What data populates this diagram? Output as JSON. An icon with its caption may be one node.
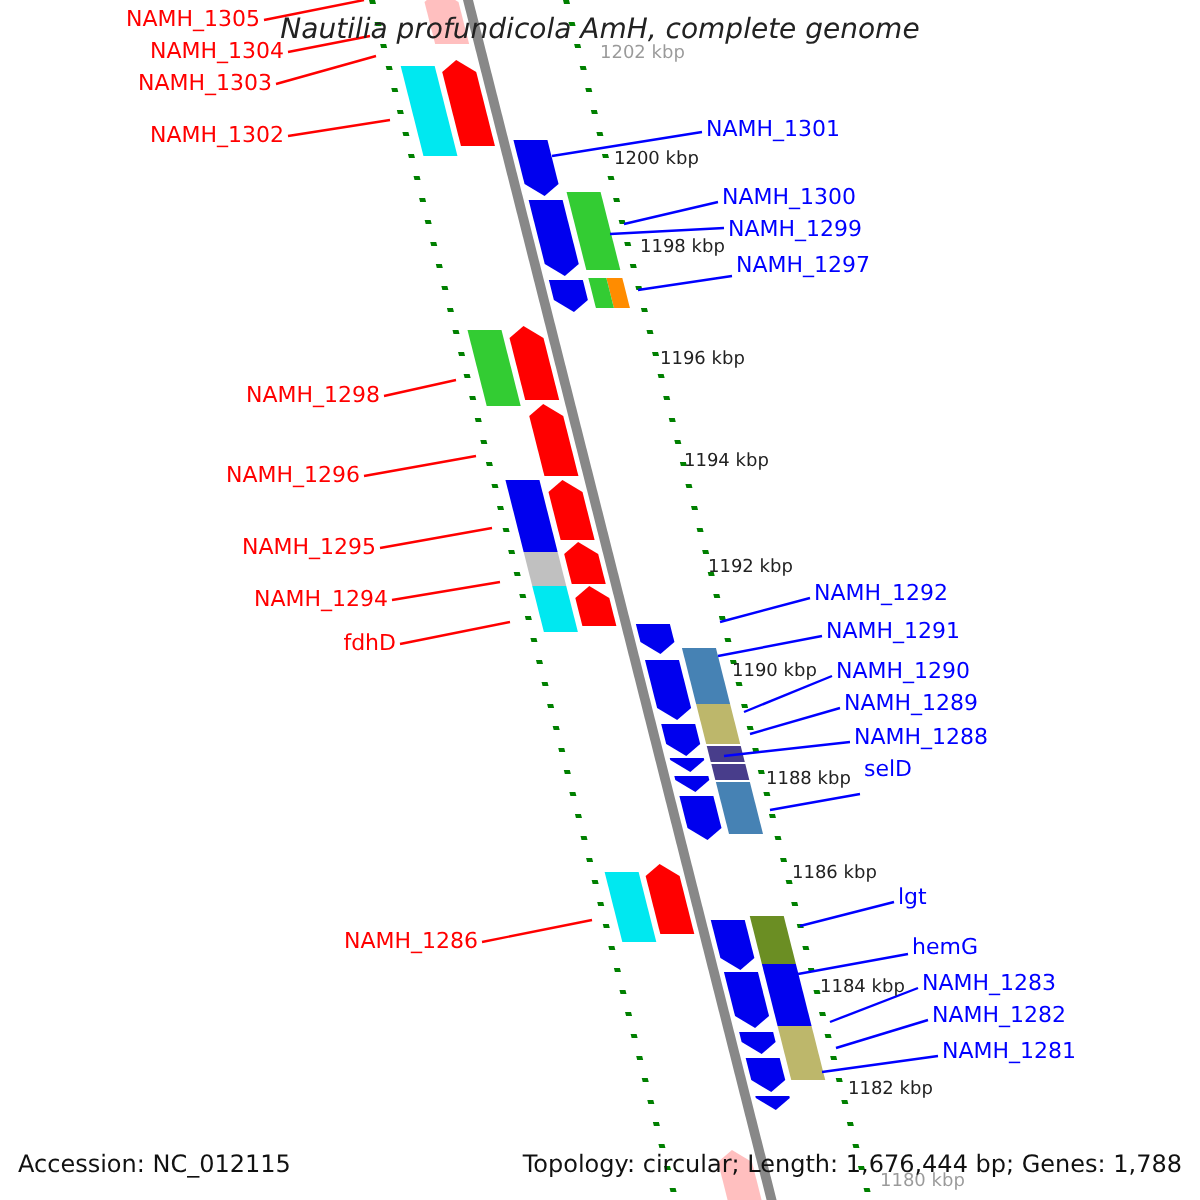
{
  "diagram": {
    "title": "Nautilia profundicola AmH, complete genome",
    "nodes": [
      {
        "text": [
          "NAMH_1305"
        ]
      },
      {
        "text": [
          "NAMH_1304"
        ]
      },
      {
        "text": [
          "NAMH_1303"
        ]
      },
      {
        "text": [
          "NAMH_1301"
        ]
      },
      {
        "text": [
          "NAMH_1302"
        ]
      },
      {
        "text": [
          "NAMH_1300"
        ]
      },
      {
        "text": [
          "NAMH_1299"
        ]
      },
      {
        "text": [
          "NAMH_1297"
        ]
      },
      {
        "text": [
          "NAMH_1298"
        ]
      },
      {
        "text": [
          "NAMH_1296"
        ]
      },
      {
        "text": [
          "NAMH_1295"
        ]
      },
      {
        "text": [
          "NAMH_1292"
        ]
      },
      {
        "text": [
          "NAMH_1294"
        ]
      },
      {
        "text": [
          "NAMH_1291"
        ]
      },
      {
        "text": [
          "fdhD"
        ]
      },
      {
        "text": [
          "NAMH_1290"
        ]
      },
      {
        "text": [
          "NAMH_1289"
        ]
      },
      {
        "text": [
          "NAMH_1288"
        ]
      },
      {
        "text": [
          "selD"
        ]
      },
      {
        "text": [
          "lgt"
        ]
      },
      {
        "text": [
          "NAMH_1286"
        ]
      },
      {
        "text": [
          "hemG"
        ]
      },
      {
        "text": [
          "NAMH_1283"
        ]
      },
      {
        "text": [
          "NAMH_1282"
        ]
      },
      {
        "text": [
          "NAMH_1281"
        ]
      }
    ],
    "edges": [
      {
        "from": 0,
        "to": null,
        "arrow": "none",
        "color": "#ff0000"
      },
      {
        "from": 1,
        "to": null,
        "arrow": "none",
        "color": "#ff0000"
      },
      {
        "from": 2,
        "to": null,
        "arrow": "none",
        "color": "#ff0000"
      },
      {
        "from": 3,
        "to": null,
        "arrow": "none"
      },
      {
        "from": 4,
        "to": null,
        "arrow": "none",
        "color": "#ff0000"
      },
      {
        "from": 5,
        "to": null,
        "arrow": "none"
      },
      {
        "from": 6,
        "to": null,
        "arrow": "none"
      },
      {
        "from": 7,
        "to": null,
        "arrow": "none"
      },
      {
        "from": 8,
        "to": null,
        "arrow": "none",
        "color": "#ff0000"
      },
      {
        "from": 9,
        "to": null,
        "arrow": "none",
        "color": "#ff0000"
      },
      {
        "from": 10,
        "to": null,
        "arrow": "none",
        "color": "#ff0000"
      },
      {
        "from": 11,
        "to": null,
        "arrow": "none"
      },
      {
        "from": 12,
        "to": null,
        "arrow": "none",
        "color": "#ff0000"
      },
      {
        "from": 13,
        "to": null,
        "arrow": "none"
      },
      {
        "from": 14,
        "to": null,
        "arrow": "none",
        "color": "#ff0000"
      },
      {
        "from": 15,
        "to": null,
        "arrow": "none"
      },
      {
        "from": 16,
        "to": null,
        "arrow": "none"
      },
      {
        "from": 17,
        "to": null,
        "arrow": "none"
      },
      {
        "from": 18,
        "to": null,
        "arrow": "none"
      },
      {
        "from": 19,
        "to": null,
        "arrow": "none"
      },
      {
        "from": 20,
        "to": null,
        "arrow": "none",
        "color": "#ff0000"
      },
      {
        "from": 21,
        "to": null,
        "arrow": "none"
      },
      {
        "from": 22,
        "to": null,
        "arrow": "none"
      },
      {
        "from": 23,
        "to": null,
        "arrow": "none"
      },
      {
        "from": 24,
        "to": null,
        "arrow": "none"
      }
    ],
    "labels": [
      "1202 kbp",
      "1200 kbp",
      "1198 kbp",
      "1196 kbp",
      "1194 kbp",
      "1192 kbp",
      "1190 kbp",
      "1188 kbp",
      "1186 kbp",
      "1184 kbp",
      "1182 kbp",
      "1180 kbp",
      "Accession: NC_012115",
      "Topology: circular; Length: 1,676,444 bp; Genes: 1,788"
    ]
  }
}
